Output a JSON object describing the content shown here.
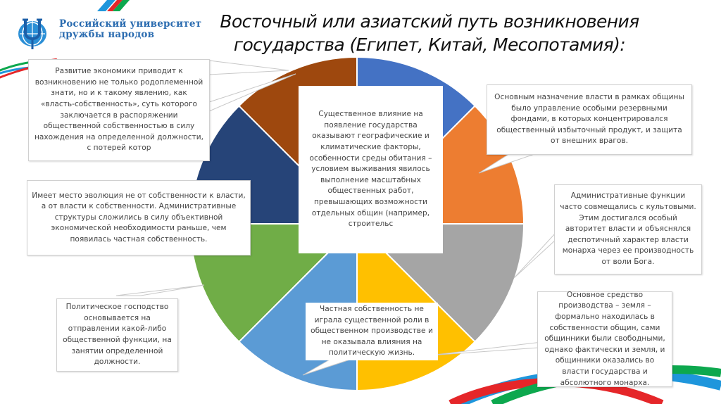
{
  "header": {
    "university_name_line1": "Российский университет",
    "university_name_line2": "дружбы народов",
    "title_line1": "Восточный или азиатский путь возникновения",
    "title_line2": "государства (Египет, Китай, Месопотамия):"
  },
  "colors": {
    "slice_blue": "#4472C4",
    "slice_orange": "#ED7D31",
    "slice_gray": "#A5A5A5",
    "slice_yellow": "#FFC000",
    "slice_lightblue": "#5B9BD5",
    "slice_green": "#70AD47",
    "slice_navy": "#264478",
    "slice_brown": "#9E480E",
    "logo_blue": "#2B6CB0",
    "stripe_blue": "#1E96DC",
    "stripe_red": "#E52629",
    "stripe_green": "#0DA84E"
  },
  "diagram": {
    "center_text": "Существенное влияние на появление государства оказывают географические и климатические факторы, особенности среды обитания – условием выживания явилось выполнение масштабных общественных работ, превышающих возможности отдельных общин (например, строительс",
    "callouts": {
      "top_left": "Развитие экономики приводит к возникновению не только родоплеменной знати, но и к такому явлению, как «власть-собственность», суть которого заключается в распоряжении общественной собственностью в силу нахождения на определенной должности, с потерей котор",
      "mid_left": "Имеет место эволюция не от собственности к власти, а от власти к собственности. Административные структуры сложились в силу объективной экономической необходимости раньше, чем появилась частная собственность.",
      "bottom_left": "Политическое господство основывается на отправлении какой-либо общественной функции, на занятии определенной должности.",
      "bottom_center": "Частная собственность не играла существенной роли в общественном производстве и не оказывала влияния на политическую жизнь.",
      "top_right": "Основным назначение власти в рамках общины было управление особыми резервными фондами, в которых концентрировался общественный избыточный продукт, и защита от внешних врагов.",
      "mid_right": "Административные функции часто совмещались с культовыми. Этим достигался особый авторитет власти и объяснялся деспотичный характер власти монарха через ее производность от воли Бога.",
      "bottom_right": "Основное средство производства – земля – формально находилась в собственности общин, сами общинники были свободными, однако фактически и земля, и общинники оказались во власти государства и абсолютного монарха."
    }
  }
}
